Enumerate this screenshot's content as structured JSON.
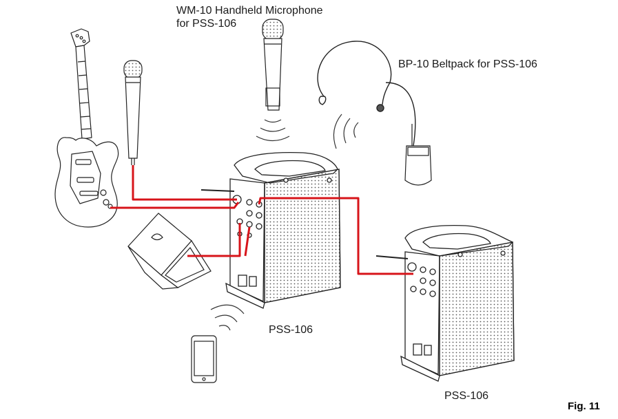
{
  "labels": {
    "wm10_line1": "WM-10 Handheld Microphone",
    "wm10_line2": "for PSS-106",
    "bp10": "BP-10 Beltpack for PSS-106",
    "speaker_main": "PSS-106",
    "speaker_second": "PSS-106",
    "figure": "Fig. 11"
  },
  "colors": {
    "line_art": "#222222",
    "cable": "#d7141a",
    "background": "#ffffff"
  },
  "icons": [
    "electric-guitar-icon",
    "wired-microphone-icon",
    "wireless-microphone-icon",
    "headset-microphone-icon",
    "beltpack-transmitter-icon",
    "laptop-icon",
    "smartphone-icon",
    "speaker-icon",
    "wireless-signal-icon"
  ]
}
